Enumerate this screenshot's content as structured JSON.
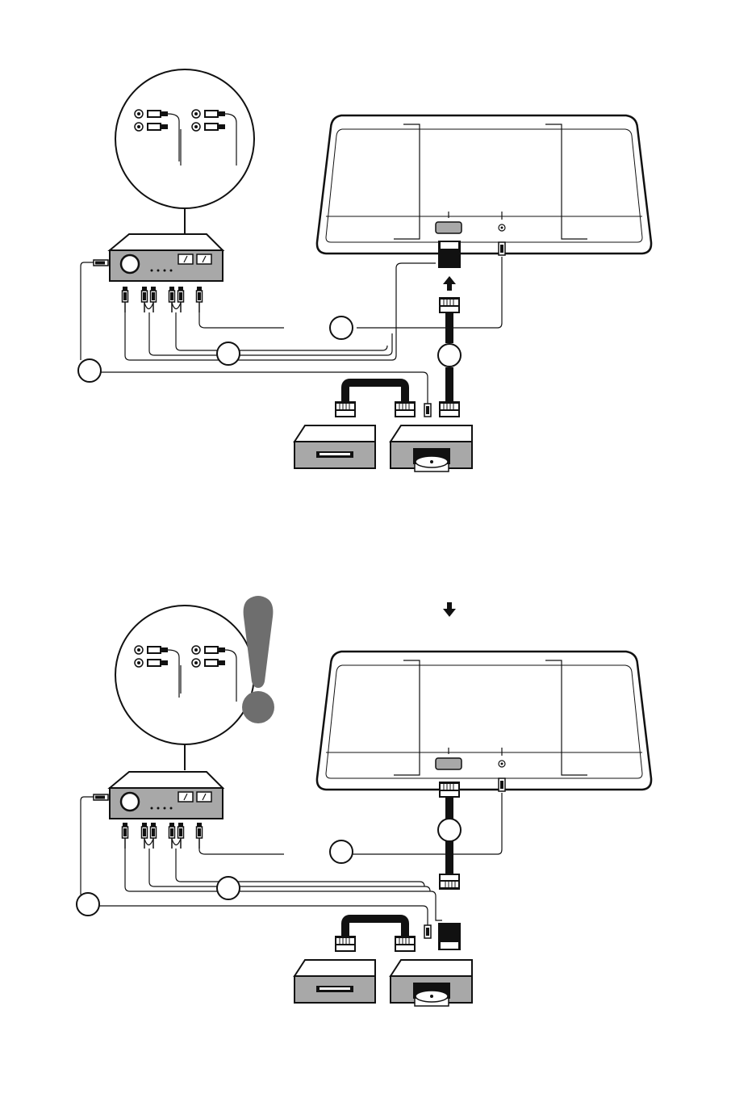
{
  "diagrams": [
    {
      "id": "connection-top",
      "direction": "up",
      "warning": false
    },
    {
      "id": "connection-bottom",
      "direction": "down",
      "warning": true
    }
  ],
  "colors": {
    "line": "#111111",
    "device_gray": "#a8a8a8",
    "light_gray": "#dcdcdc",
    "warning_gray": "#6e6e6e"
  },
  "icons": [
    "tv-back-icon",
    "amplifier-icon",
    "vcr-icon",
    "dvd-player-icon",
    "scart-plug-icon",
    "rca-plug-icon",
    "callout-magnifier-icon",
    "exclamation-icon",
    "arrow-icon"
  ]
}
